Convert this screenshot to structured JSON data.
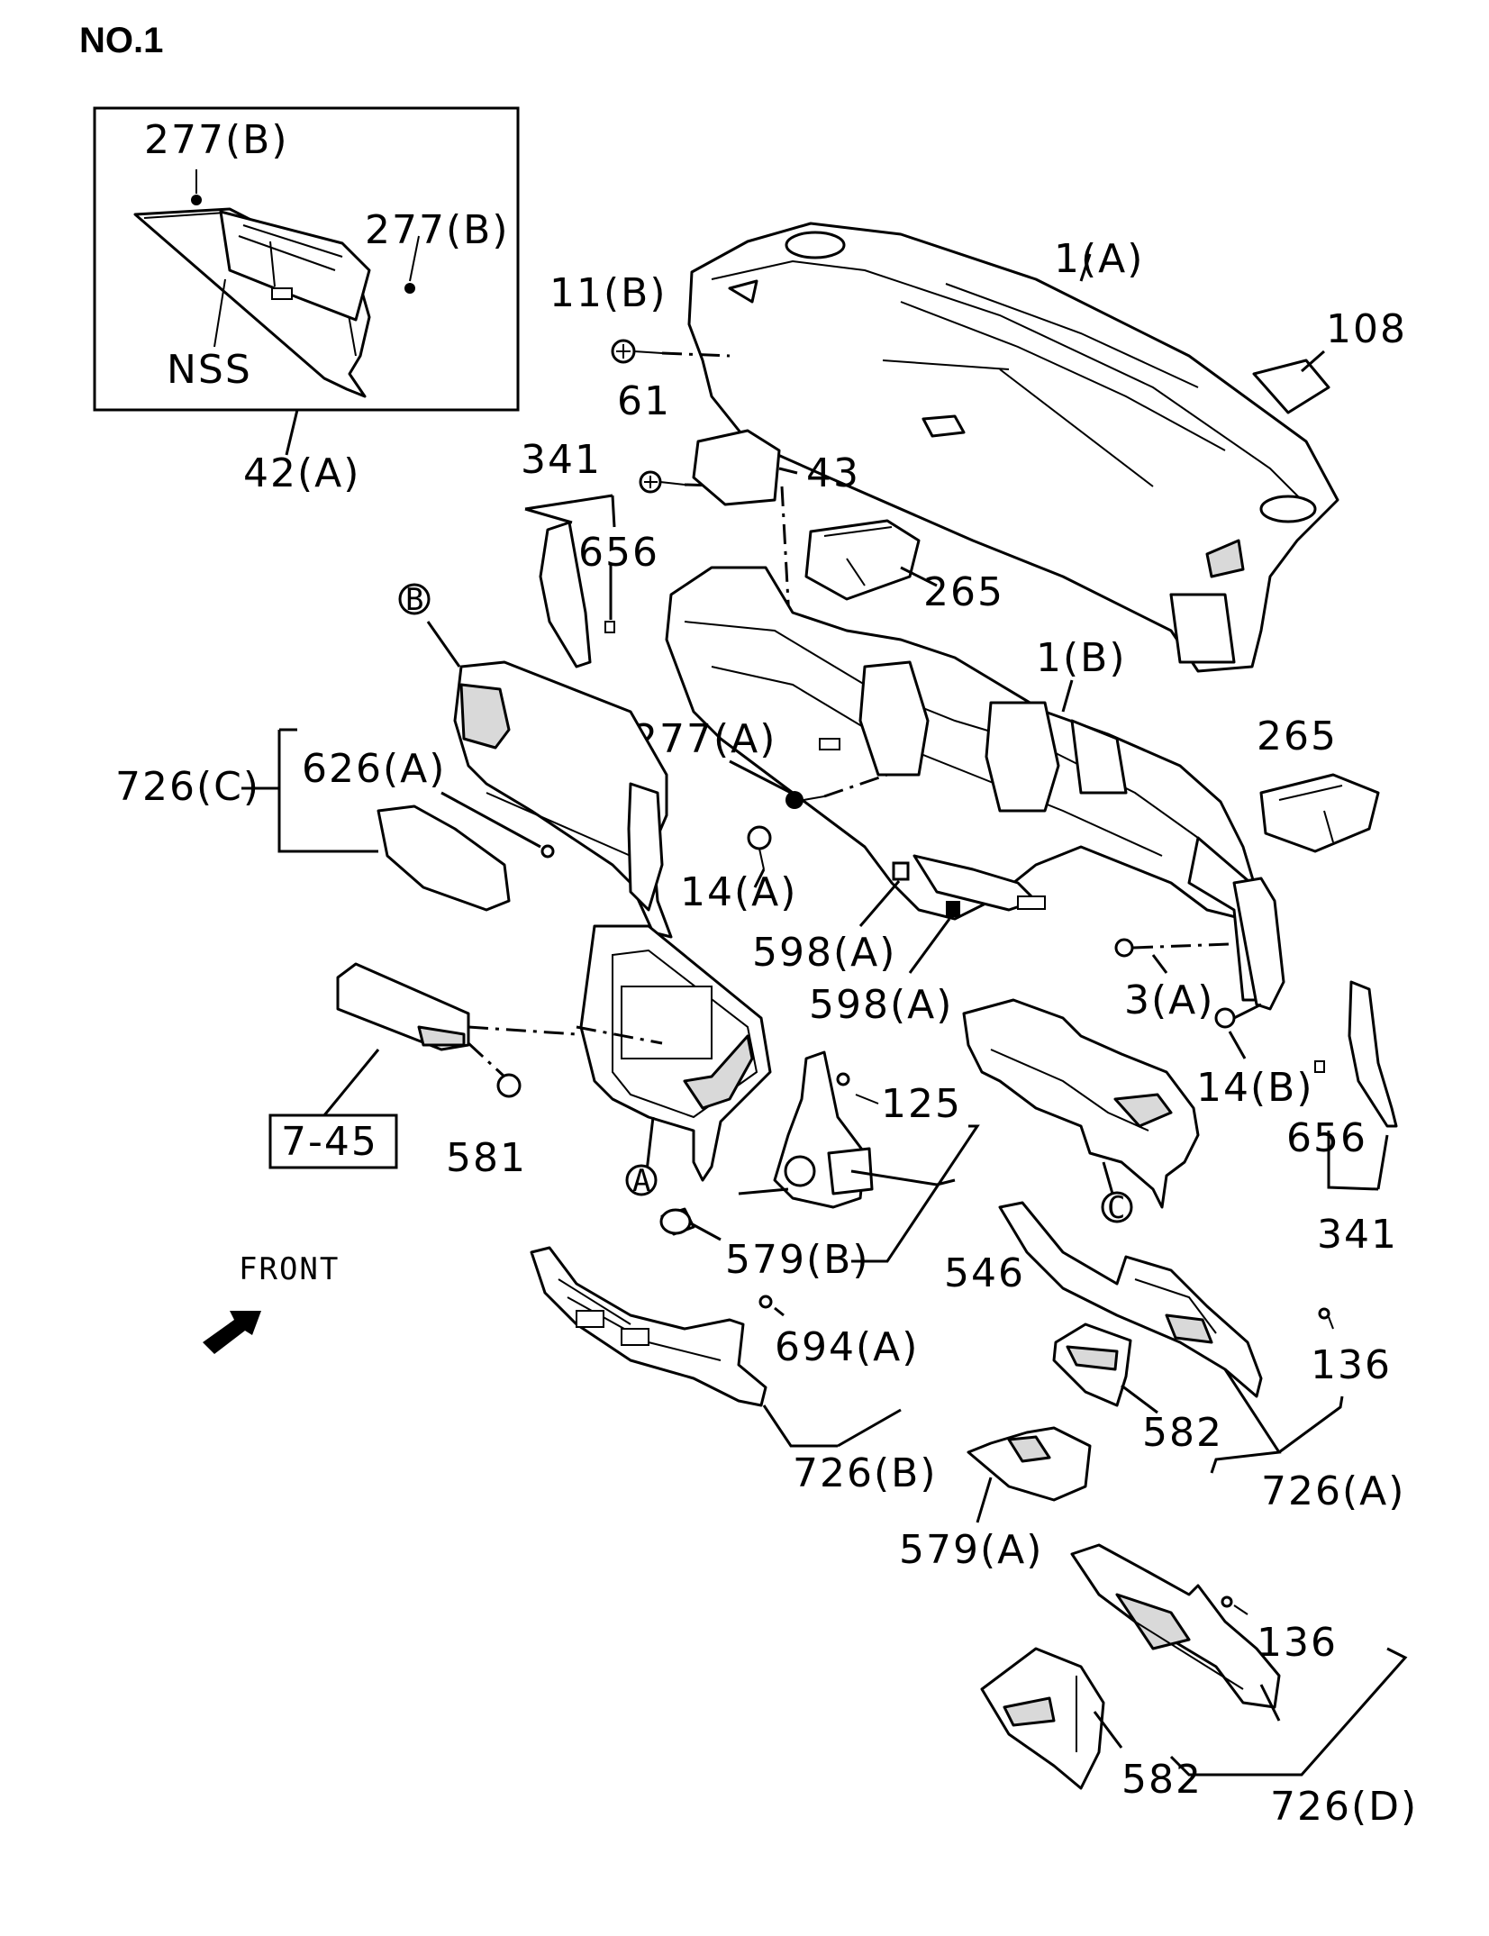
{
  "page_label": "NO.1",
  "inset": {
    "labels": [
      "277(B)",
      "277(B)",
      "NSS"
    ],
    "callout": "42(A)"
  },
  "callouts": {
    "c1A": "1(A)",
    "c108": "108",
    "c11B": "11(B)",
    "c61": "61",
    "c43": "43",
    "c341a": "341",
    "c656a": "656",
    "c265a": "265",
    "c1B": "1(B)",
    "c265b": "265",
    "circB": "B",
    "c726C": "726(C)",
    "c626A": "626(A)",
    "c277A": "277(A)",
    "c14A": "14(A)",
    "c598A1": "598(A)",
    "c598A2": "598(A)",
    "c3A": "3(A)",
    "c14B": "14(B)",
    "c656b": "656",
    "c341b": "341",
    "c7_45": "7-45",
    "c581": "581",
    "circA": "A",
    "c125": "125",
    "c546": "546",
    "c579B": "579(B)",
    "circC": "C",
    "front": "FRONT",
    "c694A": "694(A)",
    "c726B": "726(B)",
    "c136a": "136",
    "c582a": "582",
    "c726A": "726(A)",
    "c579A": "579(A)",
    "c136b": "136",
    "c582b": "582",
    "c726D": "726(D)"
  }
}
